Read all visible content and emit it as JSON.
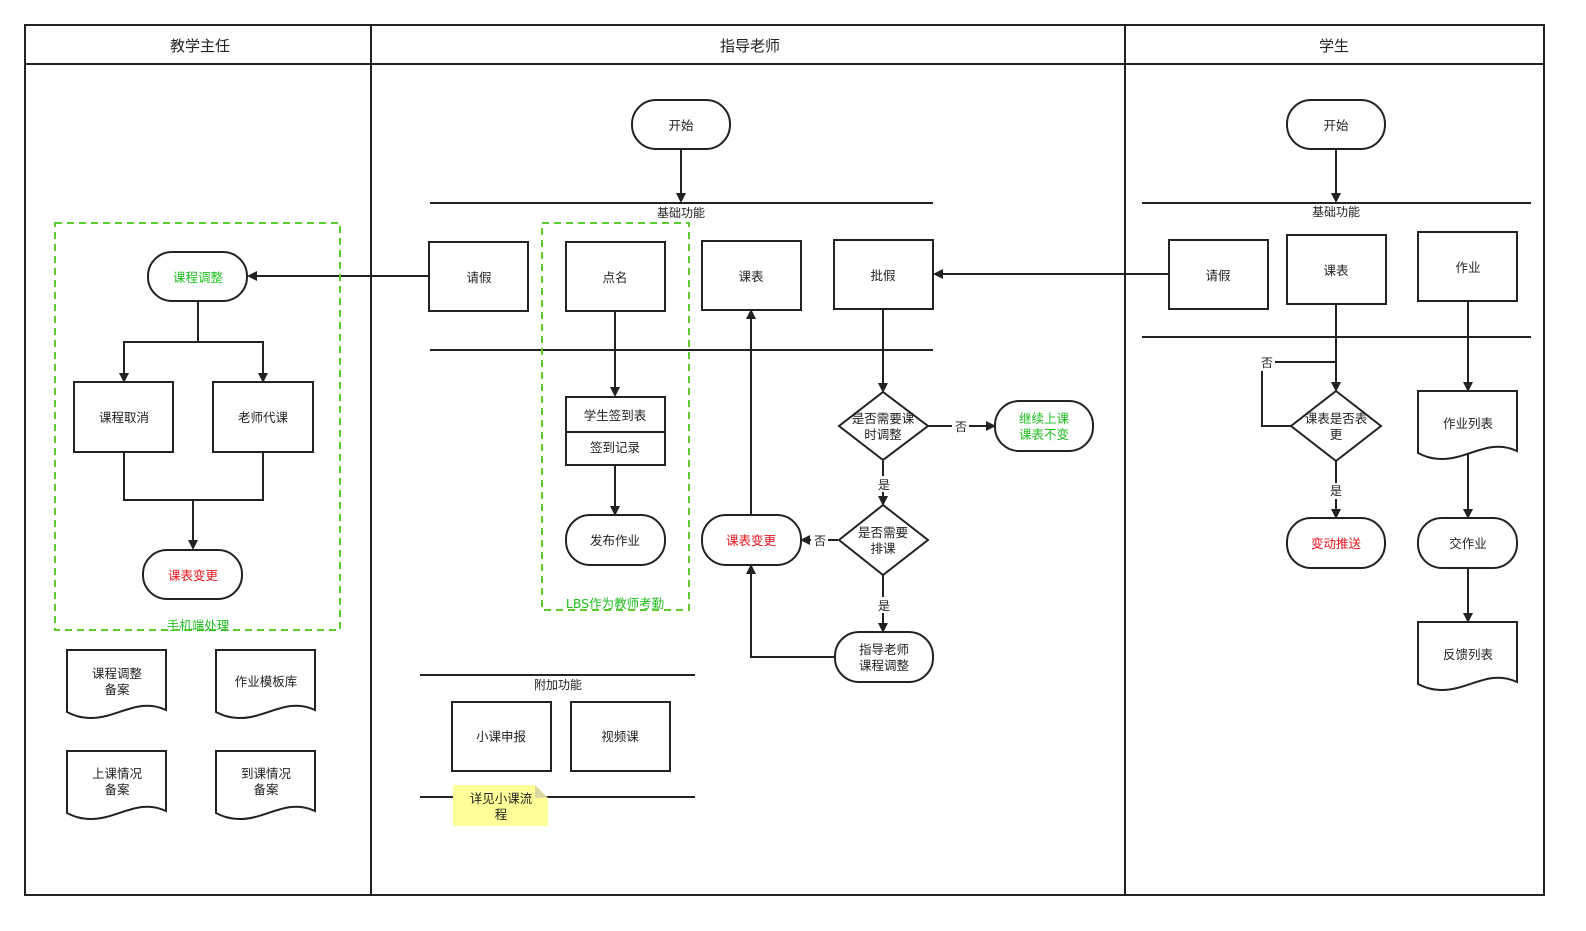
{
  "lanes": {
    "left": "教学主任",
    "middle": "指导老师",
    "right": "学生"
  },
  "section_labels": {
    "teacher_basic": "基础功能",
    "student_basic": "基础功能",
    "teacher_extra": "附加功能"
  },
  "group_labels": {
    "mobile": "手机端处理",
    "lbs": "LBS作为教师考勤"
  },
  "teacher": {
    "start": "开始",
    "leave": "请假",
    "rollcall": "点名",
    "schedule": "课表",
    "approve_leave": "批假",
    "signin_table": "学生签到表",
    "signin_record": "签到记录",
    "publish_homework": "发布作业",
    "decision1": [
      "是否需要课",
      "时调整"
    ],
    "continue_class": [
      "继续上课",
      "课表不变"
    ],
    "decision2": [
      "是否需要",
      "排课"
    ],
    "schedule_change": "课表变更",
    "teacher_adjust": [
      "指导老师",
      "课程调整"
    ],
    "small_class_report": "小课申报",
    "video_class": "视频课",
    "note": [
      "详见小课流",
      "程"
    ]
  },
  "director": {
    "course_adjust": "课程调整",
    "course_cancel": "课程取消",
    "substitute": "老师代课",
    "schedule_change": "课表变更",
    "doc_adjust_record": [
      "课程调整",
      "备案"
    ],
    "doc_homework_lib": "作业模板库",
    "doc_class_record": [
      "上课情况",
      "备案"
    ],
    "doc_attendance_record": [
      "到课情况",
      "备案"
    ]
  },
  "student": {
    "start": "开始",
    "leave": "请假",
    "schedule": "课表",
    "homework": "作业",
    "decision": [
      "课表是否表",
      "更"
    ],
    "change_push": "变动推送",
    "homework_list": "作业列表",
    "submit_homework": "交作业",
    "feedback_list": "反馈列表"
  },
  "edge_labels": {
    "yes": "是",
    "no": "否"
  },
  "colors": {
    "green": "#1fbf1f",
    "red": "#e8141b",
    "dashed_group": "#5ccc2c",
    "note_bg": "#ffff99"
  }
}
